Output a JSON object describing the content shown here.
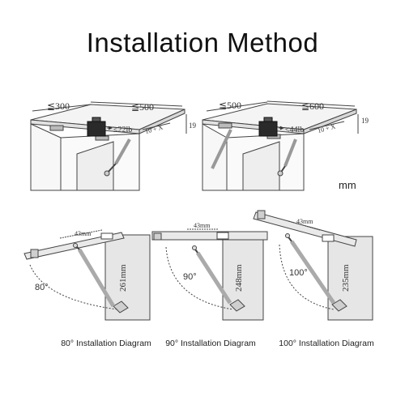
{
  "title": "Installation Method",
  "unit": "mm",
  "top_diagrams": [
    {
      "depth": "≦300",
      "width": "≦500",
      "weight": "≤22lb",
      "offset": "10 + X",
      "thickness": "19"
    },
    {
      "depth": "≦500",
      "width": "≦600",
      "weight": "≤44lb",
      "offset": "10 + X",
      "thickness": "19"
    }
  ],
  "angle_diagrams": [
    {
      "top": "43mm",
      "length": "261mm",
      "angle": "80°",
      "caption": "80° Installation Diagram"
    },
    {
      "top": "43mm",
      "length": "248mm",
      "angle": "90°",
      "caption": "90° Installation Diagram"
    },
    {
      "top": "43mm",
      "length": "235mm",
      "angle": "100°",
      "caption": "100° Installation Diagram"
    }
  ]
}
